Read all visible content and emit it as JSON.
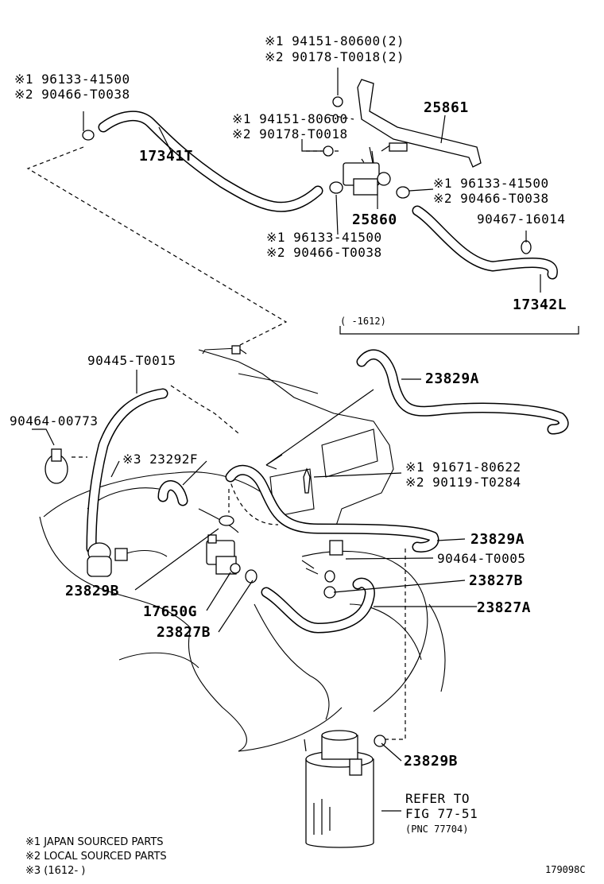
{
  "notes": {
    "n1": "※1 JAPAN SOURCED PARTS",
    "n2": "※2 LOCAL SOURCED PARTS",
    "n3": "※3 (1612-       )"
  },
  "figure_id": "179098C",
  "range_note": "(      -1612)",
  "labels": {
    "a1": "※1 94151-80600(2)",
    "a2": "※2 90178-T0018(2)",
    "b1": "※1 96133-41500",
    "b2": "※2 90466-T0038",
    "c1": "※1 94151-80600",
    "c2": "※2 90178-T0018",
    "d1": "※1 96133-41500",
    "d2": "※2 90466-T0038",
    "e1": "※1 96133-41500",
    "e2": "※2 90466-T0038",
    "f": "90467-16014",
    "g1": "※1 91671-80622",
    "g2": "※2 90119-T0284",
    "p25861": "25861",
    "p17341T": "17341T",
    "p25860": "25860",
    "p17342L": "17342L",
    "p90445": "90445-T0015",
    "p23829A_top": "23829A",
    "p90464_00773": "90464-00773",
    "p23292F": "※3 23292F",
    "p23829A_mid": "23829A",
    "p90464_T0005": "90464-T0005",
    "p23827B_r": "23827B",
    "p23827A": "23827A",
    "p23829B_l": "23829B",
    "p17650G": "17650G",
    "p23827B_l": "23827B",
    "p23829B_b": "23829B",
    "refer1": "REFER TO",
    "refer2": "FIG 77-51",
    "refer3": "(PNC 77704)"
  }
}
